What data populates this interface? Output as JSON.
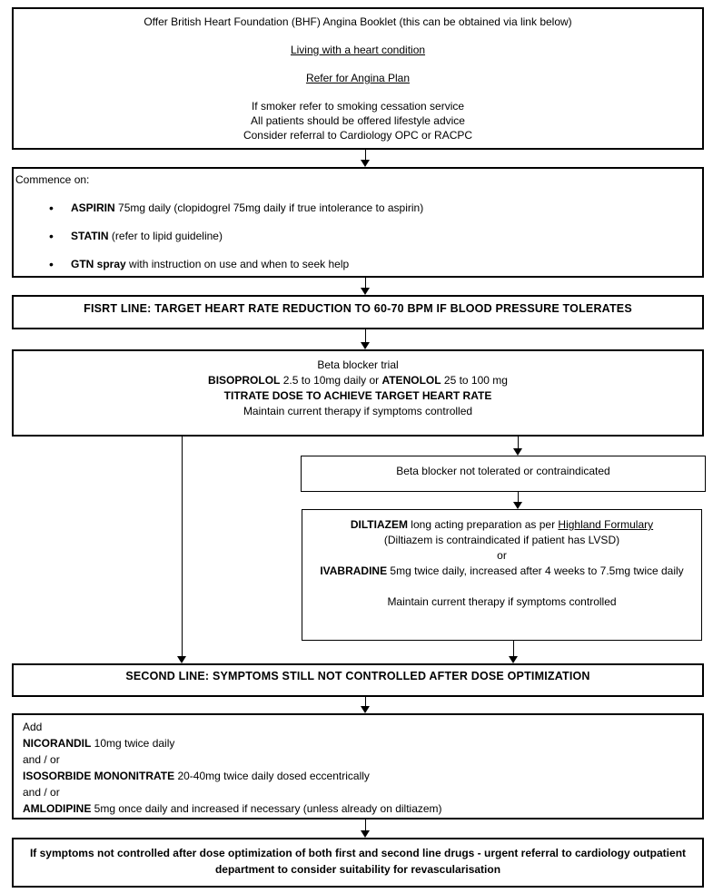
{
  "page": {
    "background": "#ffffff",
    "border_color": "#000000",
    "text_color": "#000000"
  },
  "flowchart": {
    "offer_box": {
      "line1": "Offer British Heart Foundation (BHF) Angina Booklet (this can be obtained via link below)",
      "link_living": "Living with a heart condition",
      "link_angina_plan": "Refer for Angina Plan",
      "line_smoker": "If smoker refer to smoking cessation service",
      "line_lifestyle": "All patients should be offered lifestyle advice",
      "line_referral": "Consider referral to Cardiology OPC or RACPC"
    },
    "commence_box": {
      "title": "Commence on:",
      "bullet1_drug": "ASPIRIN",
      "bullet1_text": " 75mg daily (clopidogrel 75mg daily if true intolerance to aspirin)",
      "bullet2_drug": "STATIN",
      "bullet2_text": " (refer to lipid guideline)",
      "bullet3_drug": "GTN spray",
      "bullet3_text": " with instruction on use and when to seek help"
    },
    "first_line_banner": "FISRT LINE: TARGET HEART RATE REDUCTION TO 60-70 BPM IF BLOOD PRESSURE TOLERATES",
    "beta_blocker_box": {
      "line1": "Beta blocker trial",
      "drug1": "BISOPROLOL",
      "mid1": " 2.5 to 10mg daily or ",
      "drug2": "ATENOLOL",
      "end1": " 25 to 100 mg",
      "line3": "TITRATE DOSE TO ACHIEVE TARGET HEART RATE",
      "line4": "Maintain current therapy if symptoms controlled"
    },
    "not_tolerated_box": "Beta blocker not tolerated or contraindicated",
    "alternative_box": {
      "drug1": "DILTIAZEM",
      "mid1": " long acting preparation as per ",
      "link_formulary": "Highland Formulary",
      "line2": "(Diltiazem is contraindicated if patient has LVSD)",
      "line3": "or",
      "drug2": "IVABRADINE",
      "mid2": " 5mg twice daily, increased after 4 weeks to 7.5mg twice daily",
      "line5": "Maintain current therapy if symptoms controlled"
    },
    "second_line_banner": "SECOND LINE: SYMPTOMS STILL NOT CONTROLLED AFTER DOSE OPTIMIZATION",
    "add_box": {
      "title": "Add",
      "drug1": "NICORANDIL",
      "dose1": " 10mg twice daily",
      "joiner1": "and / or",
      "drug2": "ISOSORBIDE MONONITRATE",
      "dose2": " 20-40mg twice daily dosed eccentrically",
      "joiner2": "and / or",
      "drug3": "AMLODIPINE",
      "dose3": " 5mg once daily and increased if necessary (unless already on diltiazem)"
    },
    "referral_banner": "If symptoms not controlled after dose optimization of both first and second line drugs - urgent referral to cardiology outpatient department to consider suitability for revascularisation"
  }
}
